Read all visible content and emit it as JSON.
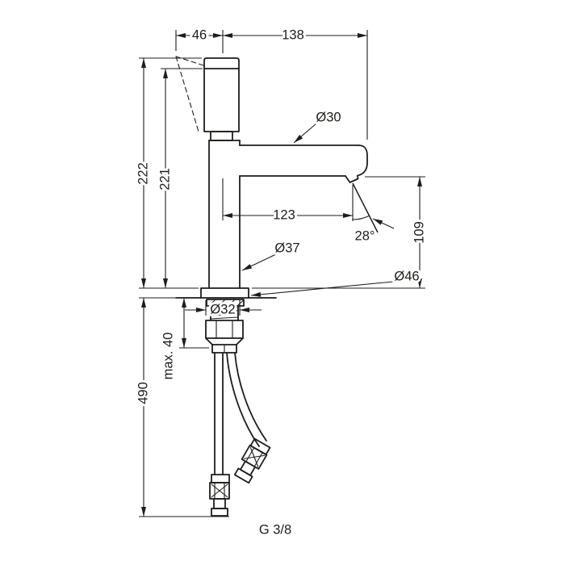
{
  "colors": {
    "line": "#1d1d1b",
    "background": "#ffffff"
  },
  "labels": {
    "handle_offset": "46",
    "spout_reach": "138",
    "spout_diameter": "Ø30",
    "total_height": "222",
    "height_221": "221",
    "spout_outlet_offset": "123",
    "stream_angle": "28°",
    "outlet_height": "109",
    "body_diameter": "Ø37",
    "base_diameter": "Ø46",
    "hole_diameter": "Ø32",
    "max_mounting_thickness": "max. 40",
    "hose_length": "490",
    "thread_size": "G 3/8"
  }
}
